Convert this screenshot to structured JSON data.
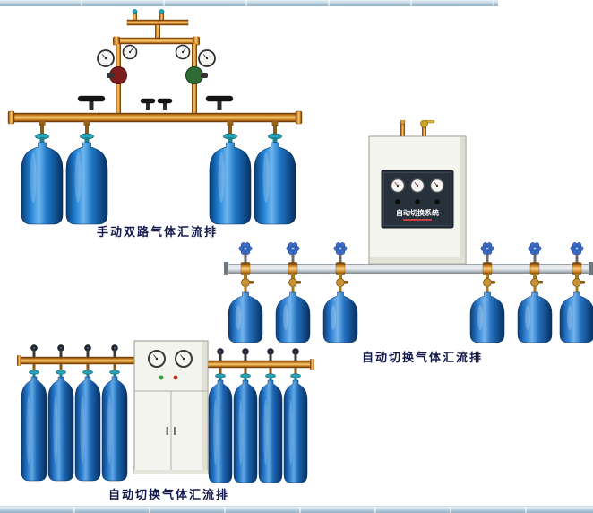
{
  "products": [
    {
      "caption": "手动双路气体汇流排",
      "cylinder_count": 4
    },
    {
      "caption": "自动切换气体汇流排",
      "cabinet_label": "自动切换系统",
      "cylinder_count": 6
    },
    {
      "caption": "自动切换气体汇流排",
      "cylinder_count": 8
    }
  ],
  "colors": {
    "caption_text": "#141a4d",
    "cylinder_blue": "#1e78c8",
    "cylinder_dark": "#083058",
    "brass_pipe": "#c9811f",
    "teal_valve": "#2aa3b8",
    "silver_pipe": "#c8cfd4",
    "cabinet_body": "#f5f5ef",
    "cabinet_panel_dark": "#27313c",
    "border_strip": "#b9cfe0"
  }
}
